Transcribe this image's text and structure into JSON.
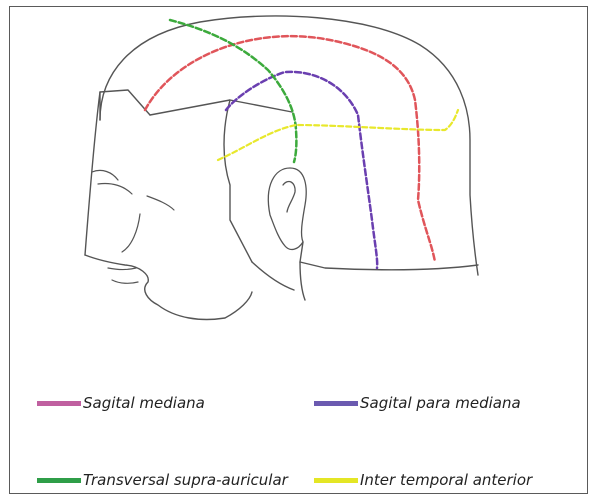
{
  "legend": [
    {
      "label": "Sagital mediana",
      "color": "#c060a0"
    },
    {
      "label": "Sagital para mediana",
      "color": "#6b5ab0"
    },
    {
      "label": "Transversal supra-auricular",
      "color": "#2f9e48"
    },
    {
      "label": "Inter temporal anterior",
      "color": "#e4e625"
    }
  ],
  "lines": {
    "sagital_mediana": "#e0555a",
    "sagital_para_mediana": "#6a3fb0",
    "transversal_supra_auricular": "#3caa3c",
    "inter_temporal_anterior": "#e8e82c"
  }
}
